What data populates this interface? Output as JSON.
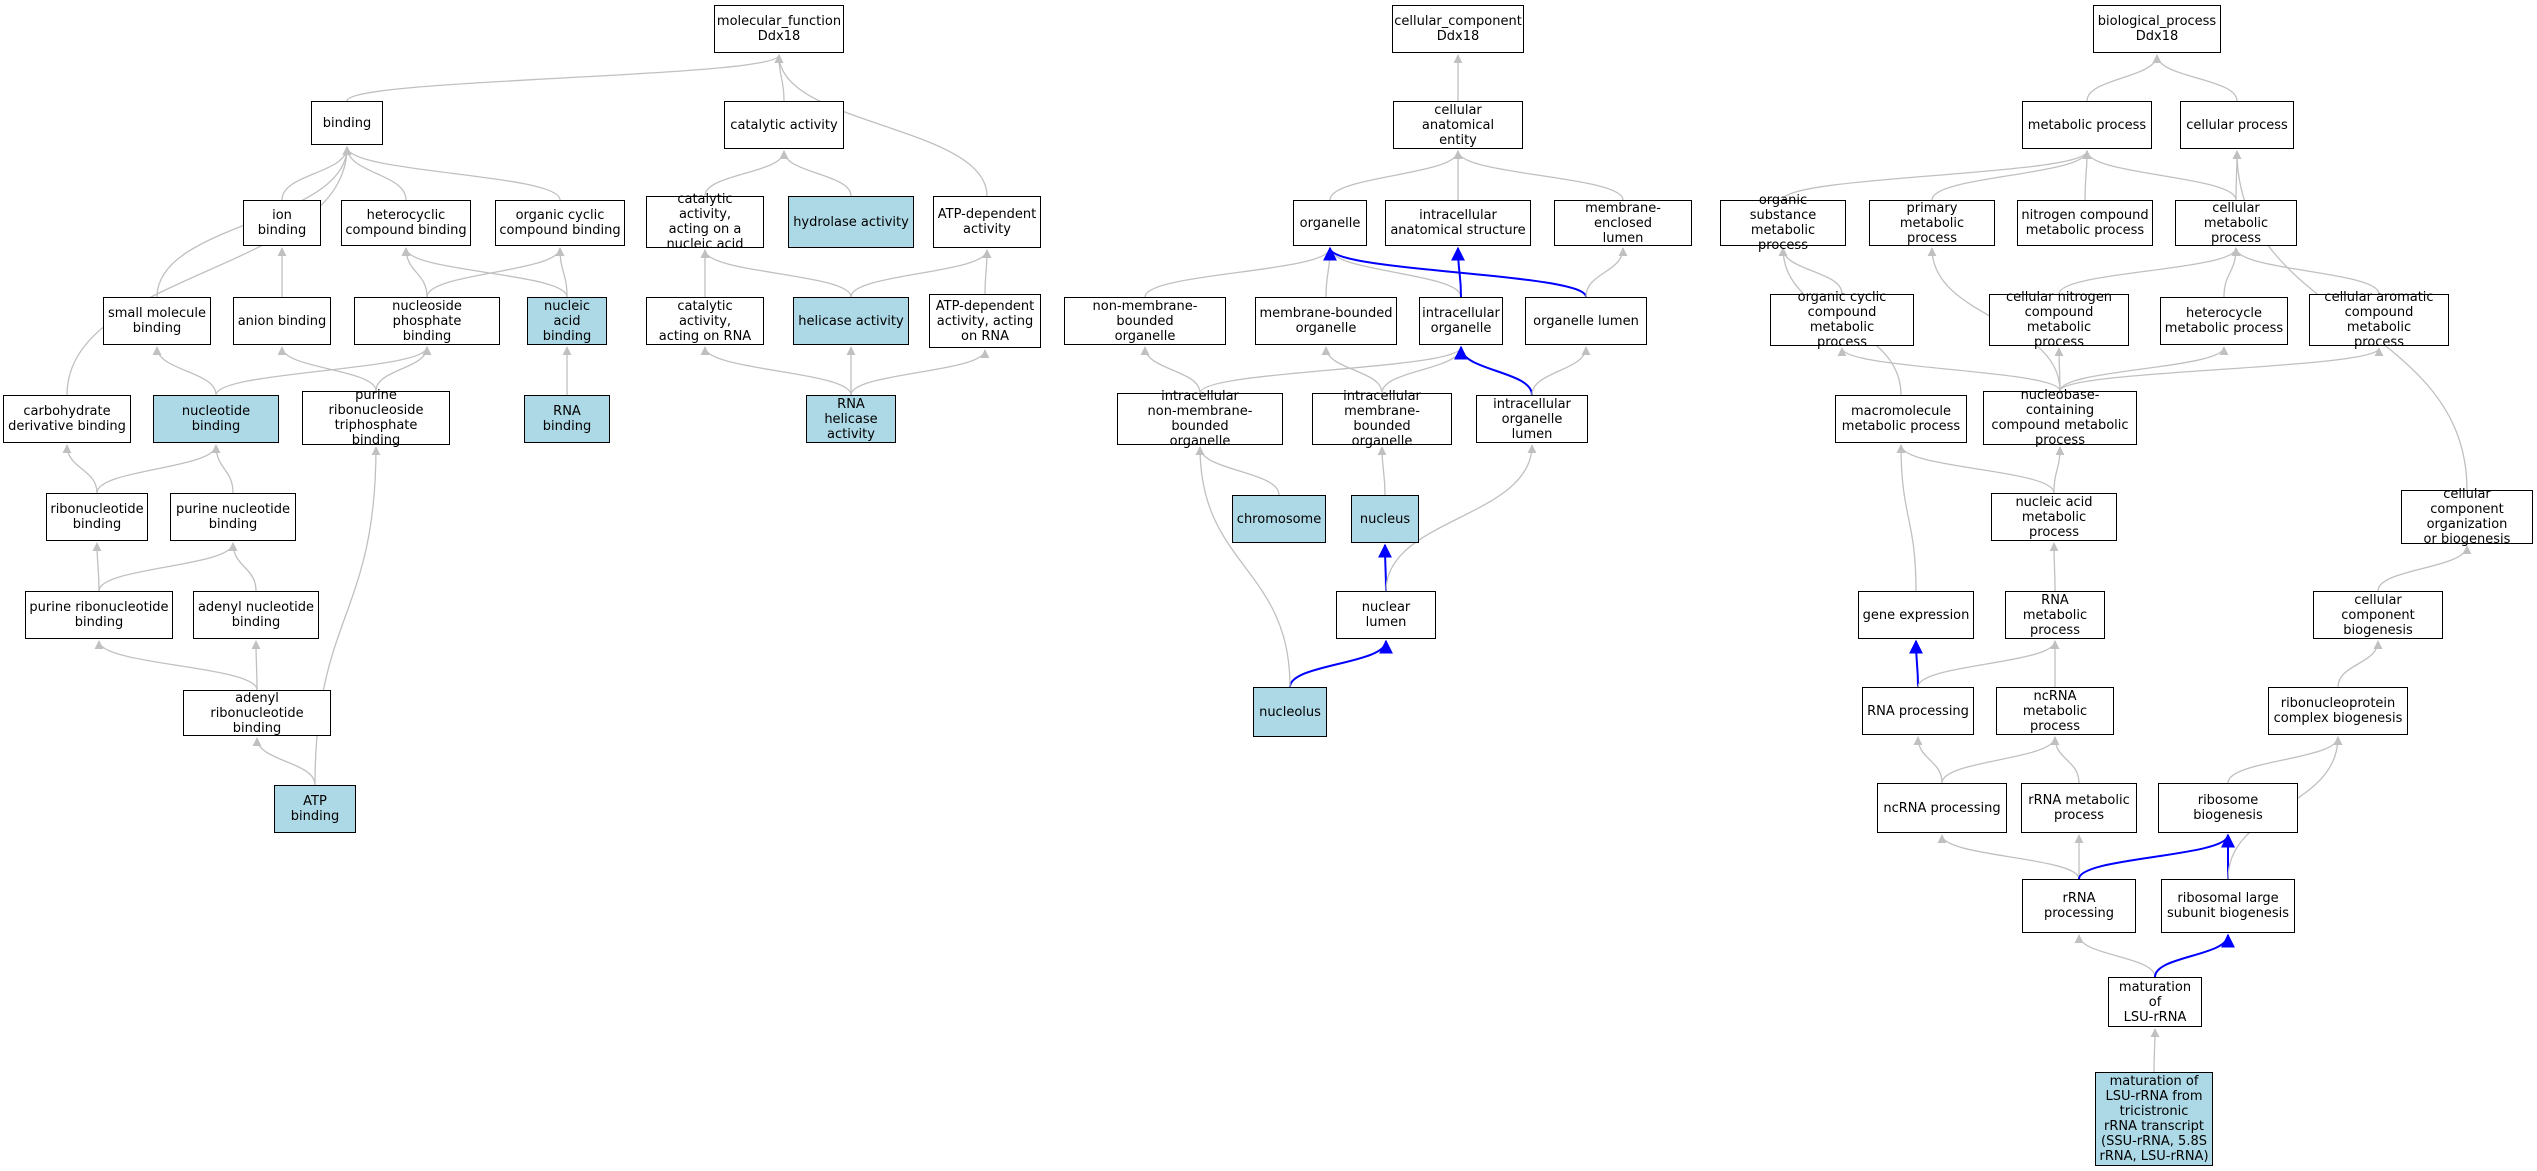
{
  "colors": {
    "highlight_fill": "#add8e6",
    "edge_default": "#c0c0c0",
    "edge_path": "#0000ff",
    "node_border": "#000000"
  },
  "nodes": [
    {
      "id": "mf",
      "label": "molecular_function\nDdx18",
      "hl": false
    },
    {
      "id": "binding",
      "label": "binding",
      "hl": false
    },
    {
      "id": "catalytic",
      "label": "catalytic activity",
      "hl": false
    },
    {
      "id": "ionb",
      "label": "ion binding",
      "hl": false
    },
    {
      "id": "hetcomp",
      "label": "heterocyclic\ncompound binding",
      "hl": false
    },
    {
      "id": "orgcyc",
      "label": "organic cyclic\ncompound binding",
      "hl": false
    },
    {
      "id": "catnuc",
      "label": "catalytic activity,\nacting on a\nnucleic acid",
      "hl": false
    },
    {
      "id": "hydrolase",
      "label": "hydrolase activity",
      "hl": true
    },
    {
      "id": "atpdep",
      "label": "ATP-dependent\nactivity",
      "hl": false
    },
    {
      "id": "smallmol",
      "label": "small molecule\nbinding",
      "hl": false
    },
    {
      "id": "anion",
      "label": "anion binding",
      "hl": false
    },
    {
      "id": "nucphos",
      "label": "nucleoside phosphate\nbinding",
      "hl": false
    },
    {
      "id": "nucacid",
      "label": "nucleic acid\nbinding",
      "hl": true
    },
    {
      "id": "catrna",
      "label": "catalytic activity,\nacting on RNA",
      "hl": false
    },
    {
      "id": "helicase",
      "label": "helicase activity",
      "hl": true
    },
    {
      "id": "atpdeprna",
      "label": "ATP-dependent\nactivity, acting\non RNA",
      "hl": false
    },
    {
      "id": "carb",
      "label": "carbohydrate\nderivative binding",
      "hl": false
    },
    {
      "id": "nucbind",
      "label": "nucleotide binding",
      "hl": true
    },
    {
      "id": "purtri",
      "label": "purine ribonucleoside\ntriphosphate\nbinding",
      "hl": false
    },
    {
      "id": "rnabind",
      "label": "RNA binding",
      "hl": true
    },
    {
      "id": "rnahel",
      "label": "RNA helicase\nactivity",
      "hl": true
    },
    {
      "id": "ribonuc",
      "label": "ribonucleotide\nbinding",
      "hl": false
    },
    {
      "id": "purnuc",
      "label": "purine nucleotide\nbinding",
      "hl": false
    },
    {
      "id": "purribo",
      "label": "purine ribonucleotide\nbinding",
      "hl": false
    },
    {
      "id": "adenyl",
      "label": "adenyl nucleotide\nbinding",
      "hl": false
    },
    {
      "id": "adenylribo",
      "label": "adenyl ribonucleotide\nbinding",
      "hl": false
    },
    {
      "id": "atpb",
      "label": "ATP binding",
      "hl": true
    },
    {
      "id": "cc",
      "label": "cellular_component\nDdx18",
      "hl": false
    },
    {
      "id": "cae",
      "label": "cellular anatomical\nentity",
      "hl": false
    },
    {
      "id": "organelle",
      "label": "organelle",
      "hl": false
    },
    {
      "id": "ias",
      "label": "intracellular\nanatomical structure",
      "hl": false
    },
    {
      "id": "mel",
      "label": "membrane-enclosed\nlumen",
      "hl": false
    },
    {
      "id": "nmbo",
      "label": "non-membrane-bounded\norganelle",
      "hl": false
    },
    {
      "id": "mbo",
      "label": "membrane-bounded\norganelle",
      "hl": false
    },
    {
      "id": "io",
      "label": "intracellular\norganelle",
      "hl": false
    },
    {
      "id": "ol",
      "label": "organelle lumen",
      "hl": false
    },
    {
      "id": "inmbo",
      "label": "intracellular\nnon-membrane-bounded\norganelle",
      "hl": false
    },
    {
      "id": "imbo",
      "label": "intracellular\nmembrane-bounded\norganelle",
      "hl": false
    },
    {
      "id": "iol",
      "label": "intracellular\norganelle lumen",
      "hl": false
    },
    {
      "id": "chrom",
      "label": "chromosome",
      "hl": true
    },
    {
      "id": "nucleus",
      "label": "nucleus",
      "hl": true
    },
    {
      "id": "nuclum",
      "label": "nuclear lumen",
      "hl": false
    },
    {
      "id": "nucleolus",
      "label": "nucleolus",
      "hl": true
    },
    {
      "id": "bp",
      "label": "biological_process\nDdx18",
      "hl": false
    },
    {
      "id": "metab",
      "label": "metabolic process",
      "hl": false
    },
    {
      "id": "cellproc",
      "label": "cellular process",
      "hl": false
    },
    {
      "id": "osm",
      "label": "organic substance\nmetabolic process",
      "hl": false
    },
    {
      "id": "pmp",
      "label": "primary metabolic\nprocess",
      "hl": false
    },
    {
      "id": "ncmp",
      "label": "nitrogen compound\nmetabolic process",
      "hl": false
    },
    {
      "id": "cmp",
      "label": "cellular metabolic\nprocess",
      "hl": false
    },
    {
      "id": "occmp",
      "label": "organic cyclic\ncompound metabolic\nprocess",
      "hl": false
    },
    {
      "id": "cncmp",
      "label": "cellular nitrogen\ncompound metabolic\nprocess",
      "hl": false
    },
    {
      "id": "hmp",
      "label": "heterocycle\nmetabolic process",
      "hl": false
    },
    {
      "id": "cacmp",
      "label": "cellular aromatic\ncompound metabolic\nprocess",
      "hl": false
    },
    {
      "id": "mmp",
      "label": "macromolecule\nmetabolic process",
      "hl": false
    },
    {
      "id": "nbcmp",
      "label": "nucleobase-containing\ncompound metabolic\nprocess",
      "hl": false
    },
    {
      "id": "ccob",
      "label": "cellular component\norganization\nor biogenesis",
      "hl": false
    },
    {
      "id": "namp",
      "label": "nucleic acid\nmetabolic process",
      "hl": false
    },
    {
      "id": "ge",
      "label": "gene expression",
      "hl": false
    },
    {
      "id": "rnamp",
      "label": "RNA metabolic\nprocess",
      "hl": false
    },
    {
      "id": "ccb",
      "label": "cellular component\nbiogenesis",
      "hl": false
    },
    {
      "id": "rnap",
      "label": "RNA processing",
      "hl": false
    },
    {
      "id": "ncrnamp",
      "label": "ncRNA metabolic\nprocess",
      "hl": false
    },
    {
      "id": "rcb",
      "label": "ribonucleoprotein\ncomplex biogenesis",
      "hl": false
    },
    {
      "id": "ncrnap",
      "label": "ncRNA processing",
      "hl": false
    },
    {
      "id": "rrnamp",
      "label": "rRNA metabolic\nprocess",
      "hl": false
    },
    {
      "id": "rb",
      "label": "ribosome biogenesis",
      "hl": false
    },
    {
      "id": "rrnap",
      "label": "rRNA processing",
      "hl": false
    },
    {
      "id": "rlsb",
      "label": "ribosomal large\nsubunit biogenesis",
      "hl": false
    },
    {
      "id": "mlsu",
      "label": "maturation of\nLSU-rRNA",
      "hl": false
    },
    {
      "id": "mlsutri",
      "label": "maturation of\nLSU-rRNA from\ntricistronic\nrRNA transcript\n(SSU-rRNA, 5.8S\nrRNA, LSU-rRNA)",
      "hl": true
    }
  ]
}
